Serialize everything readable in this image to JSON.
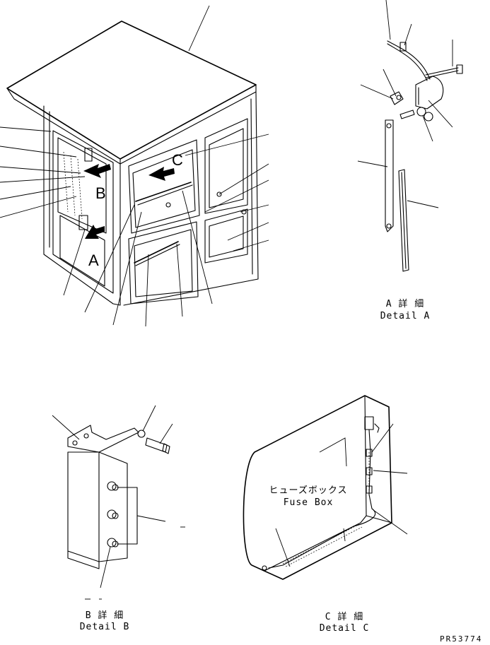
{
  "callouts": {
    "a": "A",
    "b": "B",
    "c": "C"
  },
  "captions": {
    "detail_a_jp": "A 詳 細",
    "detail_a_en": "Detail A",
    "detail_b_jp": "B 詳 細",
    "detail_b_en": "Detail B",
    "detail_c_jp": "C 詳 細",
    "detail_c_en": "Detail C",
    "fuse_box_jp": "ヒューズボックス",
    "fuse_box_en": "Fuse Box"
  },
  "drawing_number": "PR53774",
  "icons": {
    "view_arrow": "bold-arrow-icon"
  }
}
